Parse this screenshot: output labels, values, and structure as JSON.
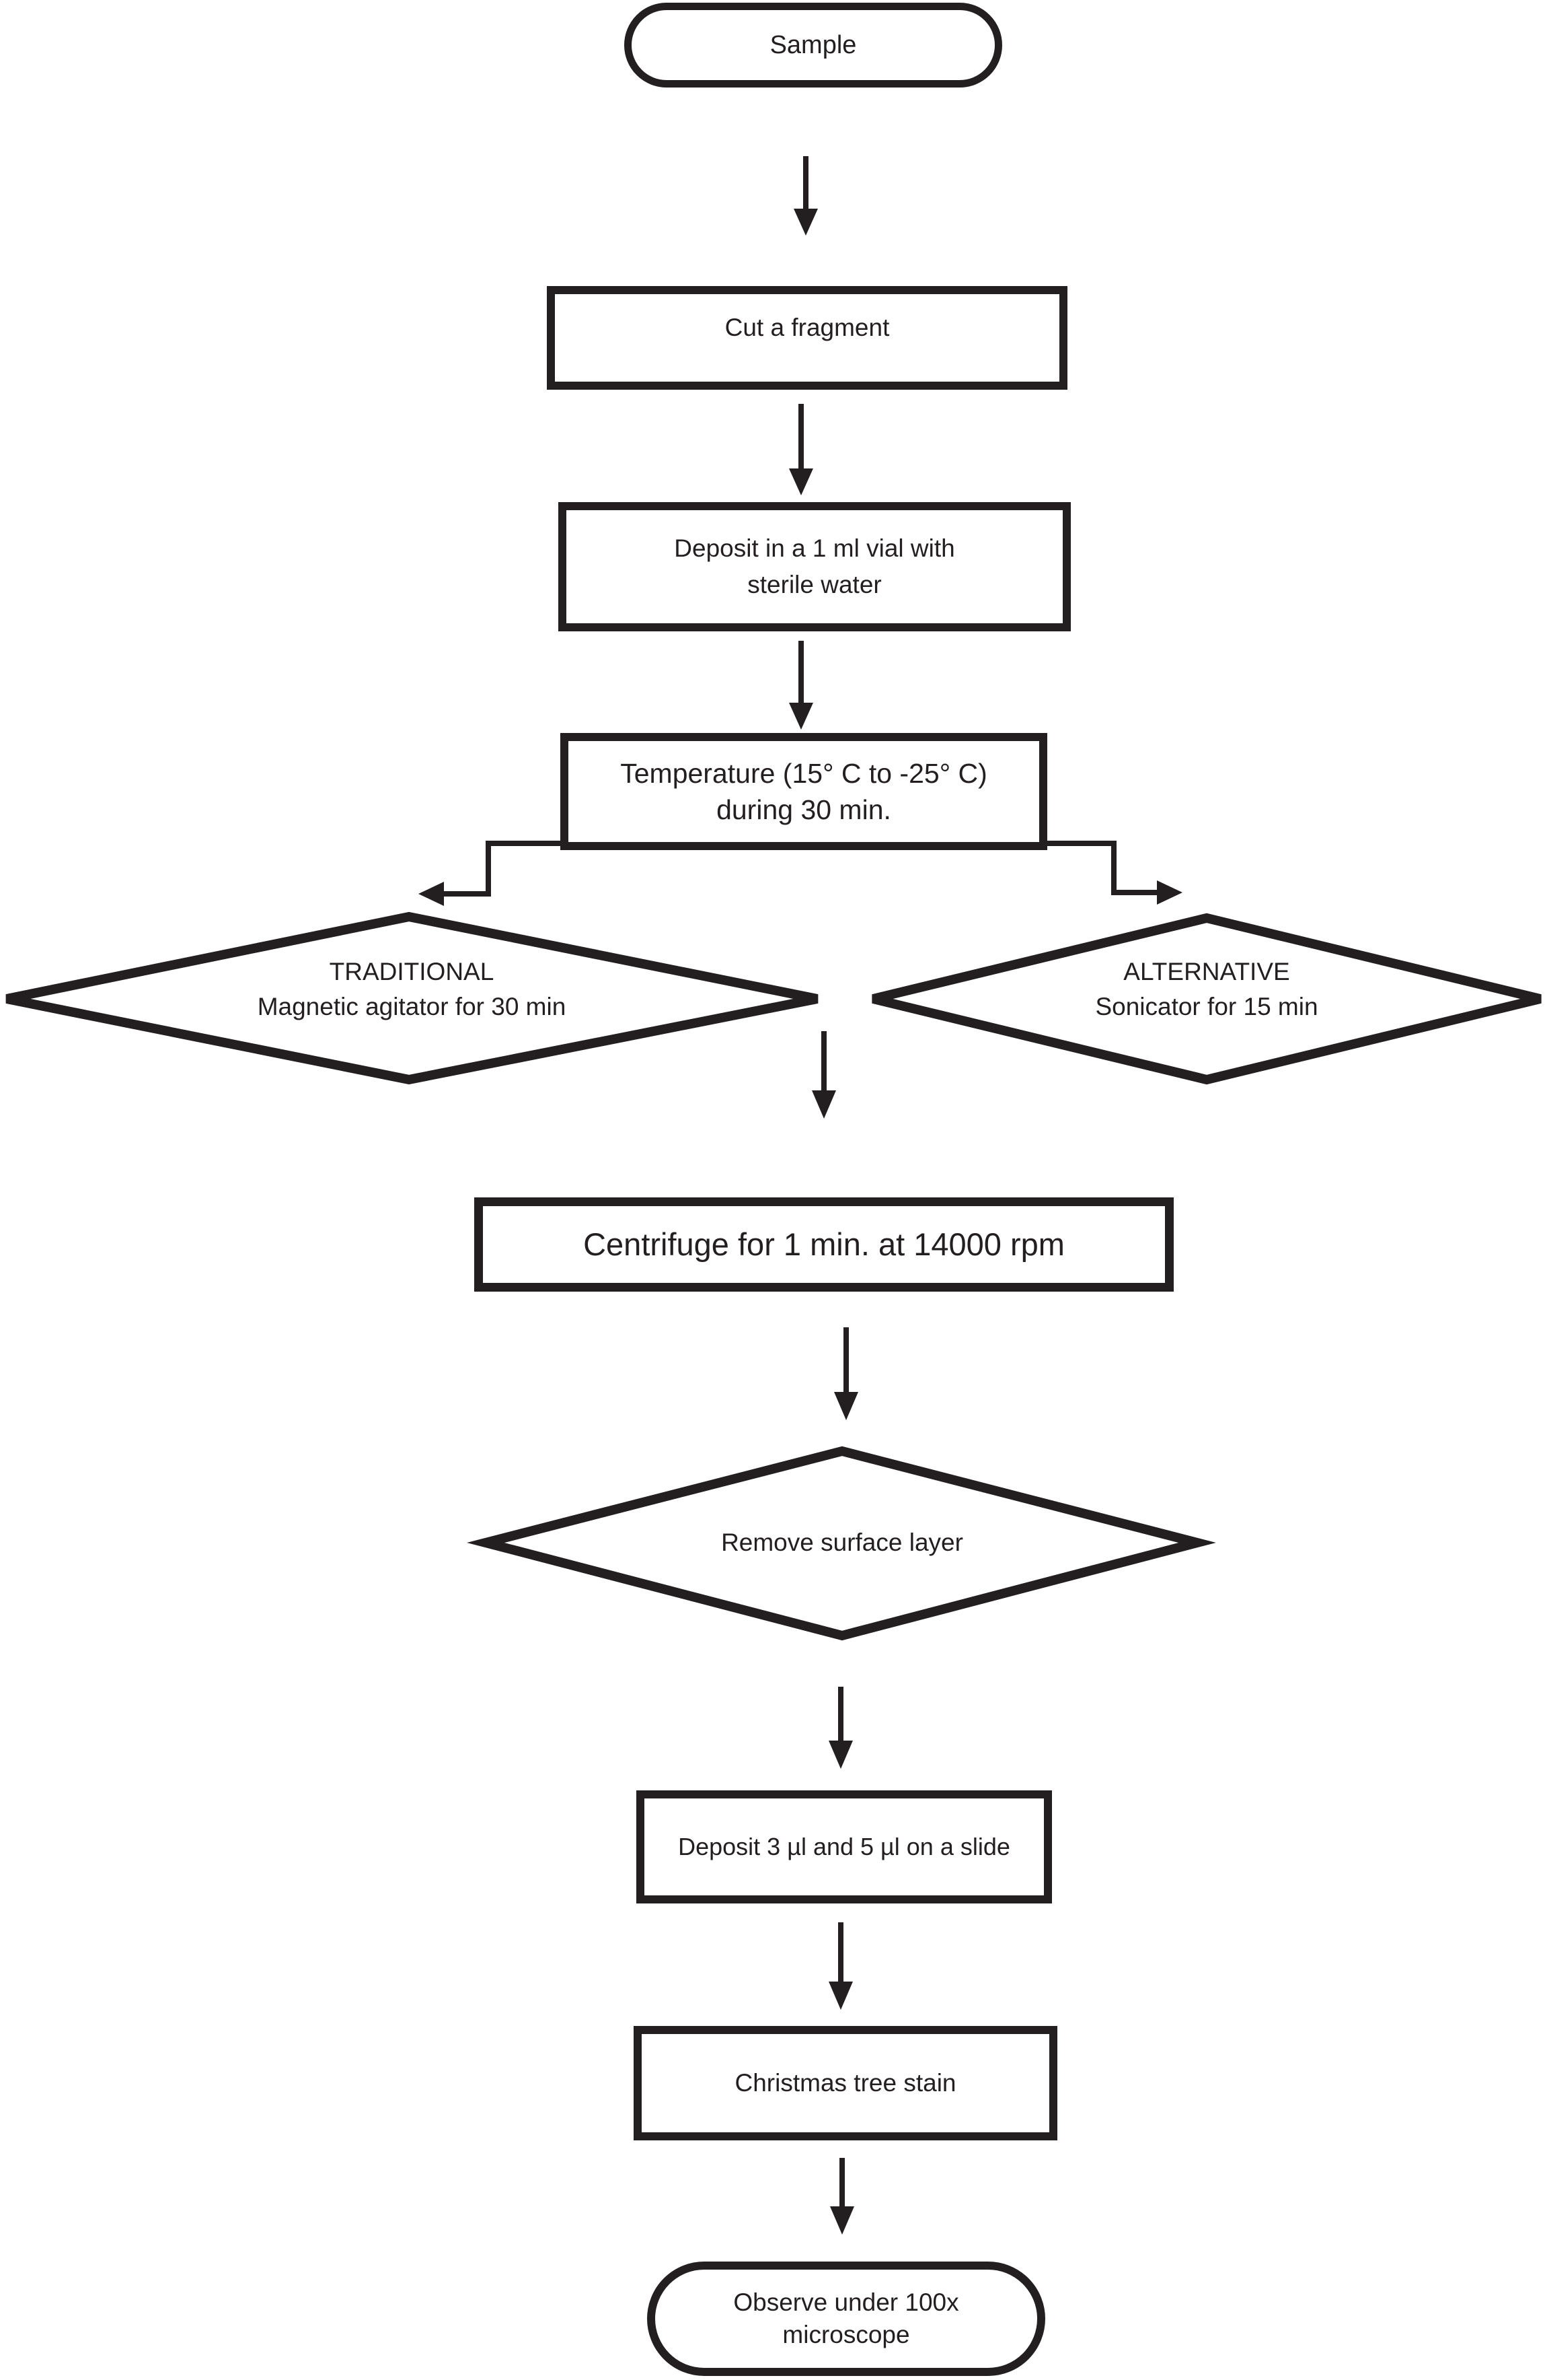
{
  "page": {
    "background": "#ffffff",
    "ink_color": "#231f20",
    "description_type": "flowchart"
  },
  "nodes": {
    "sample": {
      "type": "terminator",
      "label": "Sample"
    },
    "cut": {
      "type": "process",
      "label": "Cut a fragment"
    },
    "deposit_vial": {
      "type": "process",
      "line1": "Deposit in a 1 ml vial with",
      "line2": "sterile water"
    },
    "temperature": {
      "type": "process",
      "line1": "Temperature (15° C to -25° C)",
      "line2": "during 30 min."
    },
    "traditional": {
      "type": "decision",
      "line1": "TRADITIONAL",
      "line2": "Magnetic agitator for 30 min"
    },
    "alternative": {
      "type": "decision",
      "line1": "ALTERNATIVE",
      "line2": "Sonicator for 15 min"
    },
    "centrifuge": {
      "type": "process",
      "label": "Centrifuge for 1 min. at 14000 rpm"
    },
    "remove_layer": {
      "type": "decision",
      "label": "Remove surface layer"
    },
    "deposit_slide": {
      "type": "process",
      "label": "Deposit 3 µl and 5 µl on a slide"
    },
    "stain": {
      "type": "process",
      "label": "Christmas tree stain"
    },
    "observe": {
      "type": "terminator",
      "line1": "Observe under 100x",
      "line2": "microscope"
    }
  },
  "edges": [
    "sample → cut",
    "cut → deposit_vial",
    "deposit_vial → temperature",
    "temperature → traditional",
    "temperature → alternative",
    "traditional/alternative → centrifuge",
    "centrifuge → remove_layer",
    "remove_layer → deposit_slide",
    "deposit_slide → stain",
    "stain → observe"
  ]
}
